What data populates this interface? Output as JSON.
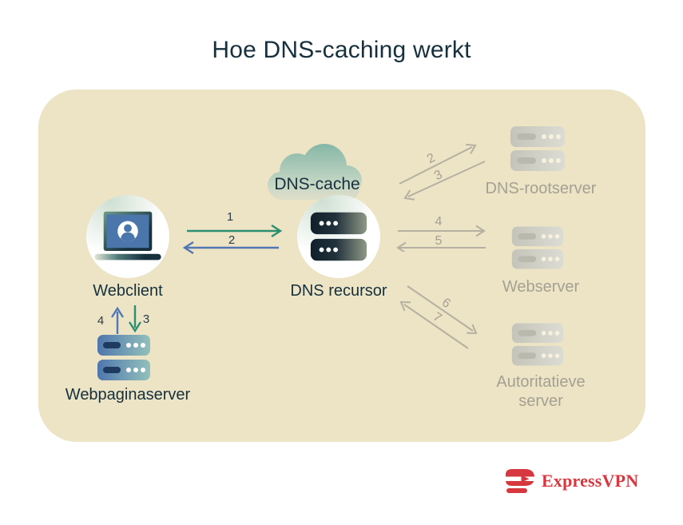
{
  "title": "Hoe DNS-caching werkt",
  "colors": {
    "background": "#ffffff",
    "panel": "#ece4c5",
    "ink": "#16303e",
    "request_green": "#2b8f70",
    "response_blue": "#5277b5",
    "inactive_text_gray": "#a5a093",
    "inactive_arrow_gray": "#b5b0a1",
    "brand_red": "#d7383f",
    "cloud_teal": "#7fb3a3"
  },
  "cloud": {
    "label": "DNS-cache"
  },
  "nodes": {
    "webclient": {
      "label": "Webclient"
    },
    "dns_recursor": {
      "label": "DNS recursor"
    },
    "dns_rootserver": {
      "label": "DNS-rootserver"
    },
    "webserver": {
      "label": "Webserver"
    },
    "authoritative_server": {
      "label_line1": "Autoritatieve",
      "label_line2": "server"
    },
    "webpage_server": {
      "label": "Webpaginaserver"
    }
  },
  "steps": {
    "client_request": "1",
    "client_response": "2",
    "root_request": "2",
    "root_response": "3",
    "webserver_request": "4",
    "webserver_response": "5",
    "authoritative_request": "6",
    "authoritative_response": "7",
    "webpage_request": "3",
    "webpage_response": "4"
  },
  "footer": {
    "brand": "ExpressVPN"
  }
}
